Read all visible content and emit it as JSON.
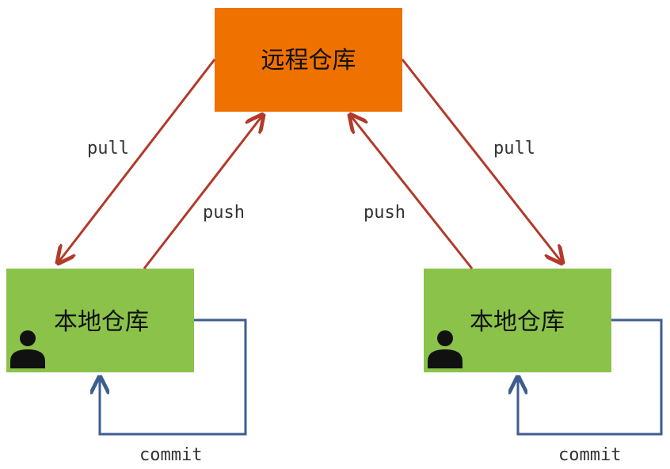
{
  "colors": {
    "remote_fill": "#ef7100",
    "local_fill": "#8bc24a",
    "sync_arrow": "#b33a2a",
    "commit_arrow": "#3e5d8f",
    "user_icon": "#111111"
  },
  "nodes": {
    "remote": {
      "label": "远程仓库"
    },
    "local_left": {
      "label": "本地仓库",
      "icon": "user-icon"
    },
    "local_right": {
      "label": "本地仓库",
      "icon": "user-icon"
    }
  },
  "edges": {
    "left_pull": {
      "label": "pull"
    },
    "left_push": {
      "label": "push"
    },
    "right_push": {
      "label": "push"
    },
    "right_pull": {
      "label": "pull"
    },
    "left_commit": {
      "label": "commit"
    },
    "right_commit": {
      "label": "commit"
    }
  }
}
